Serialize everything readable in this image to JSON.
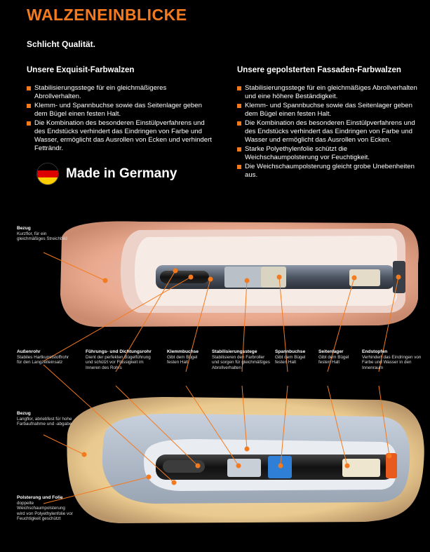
{
  "header": {
    "title": "WALZENEINBLICKE",
    "subtitle": "Schlicht Qualität."
  },
  "left_column": {
    "heading": "Unsere Exquisit-Farbwalzen",
    "bullets": [
      "Stabilisierungsstege für ein gleichmäßigeres Abrollverhalten.",
      "Klemm- und Spannbuchse sowie das Seitenlager geben dem Bügel einen festen Halt.",
      "Die Kombination des besonderen Einstülpverfahrens und des Endstücks verhindert das Eindringen von Farbe und Wasser, ermöglicht das Ausrollen von Ecken und verhindert Fetträndr."
    ]
  },
  "right_column": {
    "heading": "Unsere gepolsterten Fassaden-Farbwalzen",
    "bullets": [
      "Stabilisierungsstege für ein gleichmäßiges Abrollverhalten und eine höhere Beständigkeit.",
      "Klemm- und Spannbuchse sowie das Seitenlager geben dem Bügel einen festen Halt.",
      "Die Kombination des besonderen Einstülpverfahrens und des Endstücks verhindert das Eindringen von Farbe und Wasser und ermöglicht das Ausrollen von Ecken.",
      "Starke Polyethylenfolie schützt die Weichschaumpolsterung vor Feuchtigkeit.",
      "Die Weichschaumpolsterung gleicht grobe Unebenheiten aus."
    ]
  },
  "made_in": {
    "text": "Made in Germany",
    "flag_colors": [
      "#000000",
      "#dd0000",
      "#ffce00"
    ]
  },
  "accent_color": "#f47a1f",
  "labels": {
    "bezug_top": {
      "title": "Bezug",
      "text": "Kurzflor, für ein gleichmäßiges Streichbild"
    },
    "aussenrohr": {
      "title": "Außenrohr",
      "text": "Stabiles Hartkunststoffrohr für den Langzeiteinsatz"
    },
    "fuehrungsrohr": {
      "title": "Führungs- und Dichtungsrohr",
      "text": "Dient der perfekten Bügelführung und schützt vor Flüssigkeit im Inneren des Rohrs"
    },
    "klemmbuchse": {
      "title": "Klemmbuchse",
      "text": "Gibt dem Bügel festen Halt"
    },
    "stabilisierungsstege": {
      "title": "Stabilisierungsstege",
      "text": "Stabilisieren den Farbroller und sorgen für gleichmäßiges Abrollverhalten"
    },
    "spannbuchse": {
      "title": "Spannbuchse",
      "text": "Gibt dem Bügel festen Halt"
    },
    "seitenlager": {
      "title": "Seitenlager",
      "text": "Gibt dem Bügel festen Halt"
    },
    "endstopfen": {
      "title": "Endstopfen",
      "text": "Verhindert das Eindringen von Farbe und Wasser in den Innenraum"
    },
    "bezug_bottom": {
      "title": "Bezug",
      "text": "Langflor, abriebfest für hohe Farbaufnahme und -abgabe"
    },
    "polsterung": {
      "title": "Polsterung und Folie",
      "text": "doppelte Weichschaumpolsterung wird von Polyethylenfolie vor Feuchtigkeit geschützt"
    }
  }
}
